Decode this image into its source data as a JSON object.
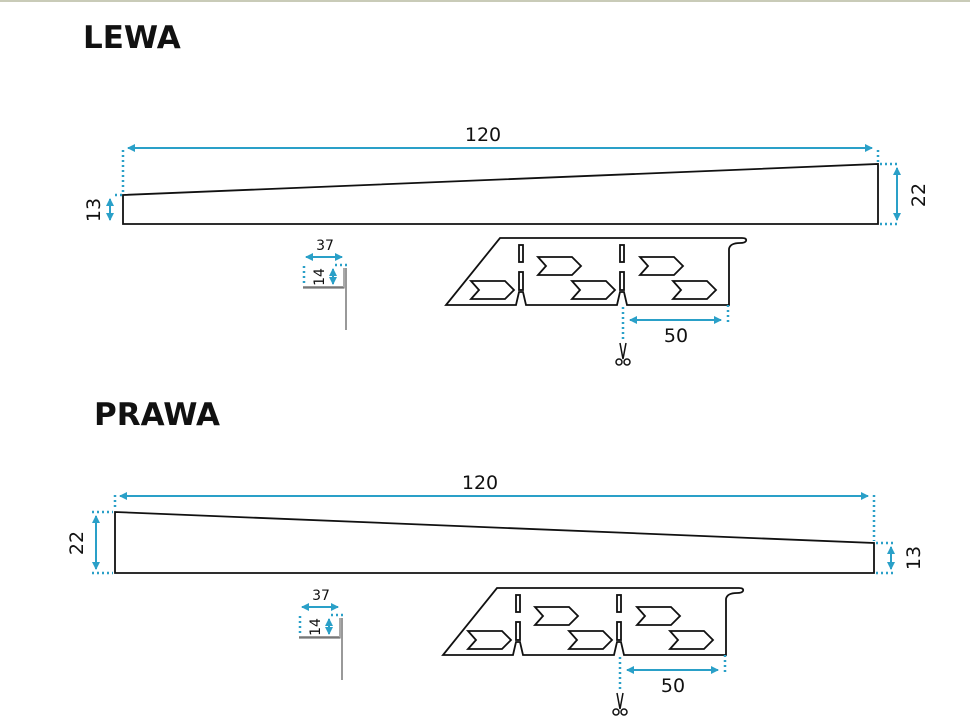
{
  "sections": [
    {
      "title": "LEWA",
      "length": "120",
      "left_height": "13",
      "right_height": "22",
      "profile_width": "37",
      "profile_height": "14",
      "segment": "50",
      "cut_icon": "scissors-icon"
    },
    {
      "title": "PRAWA",
      "length": "120",
      "left_height": "22",
      "right_height": "13",
      "profile_width": "37",
      "profile_height": "14",
      "segment": "50",
      "cut_icon": "scissors-icon"
    }
  ],
  "colors": {
    "dimension": "#2aa0c8",
    "line": "#111111"
  }
}
